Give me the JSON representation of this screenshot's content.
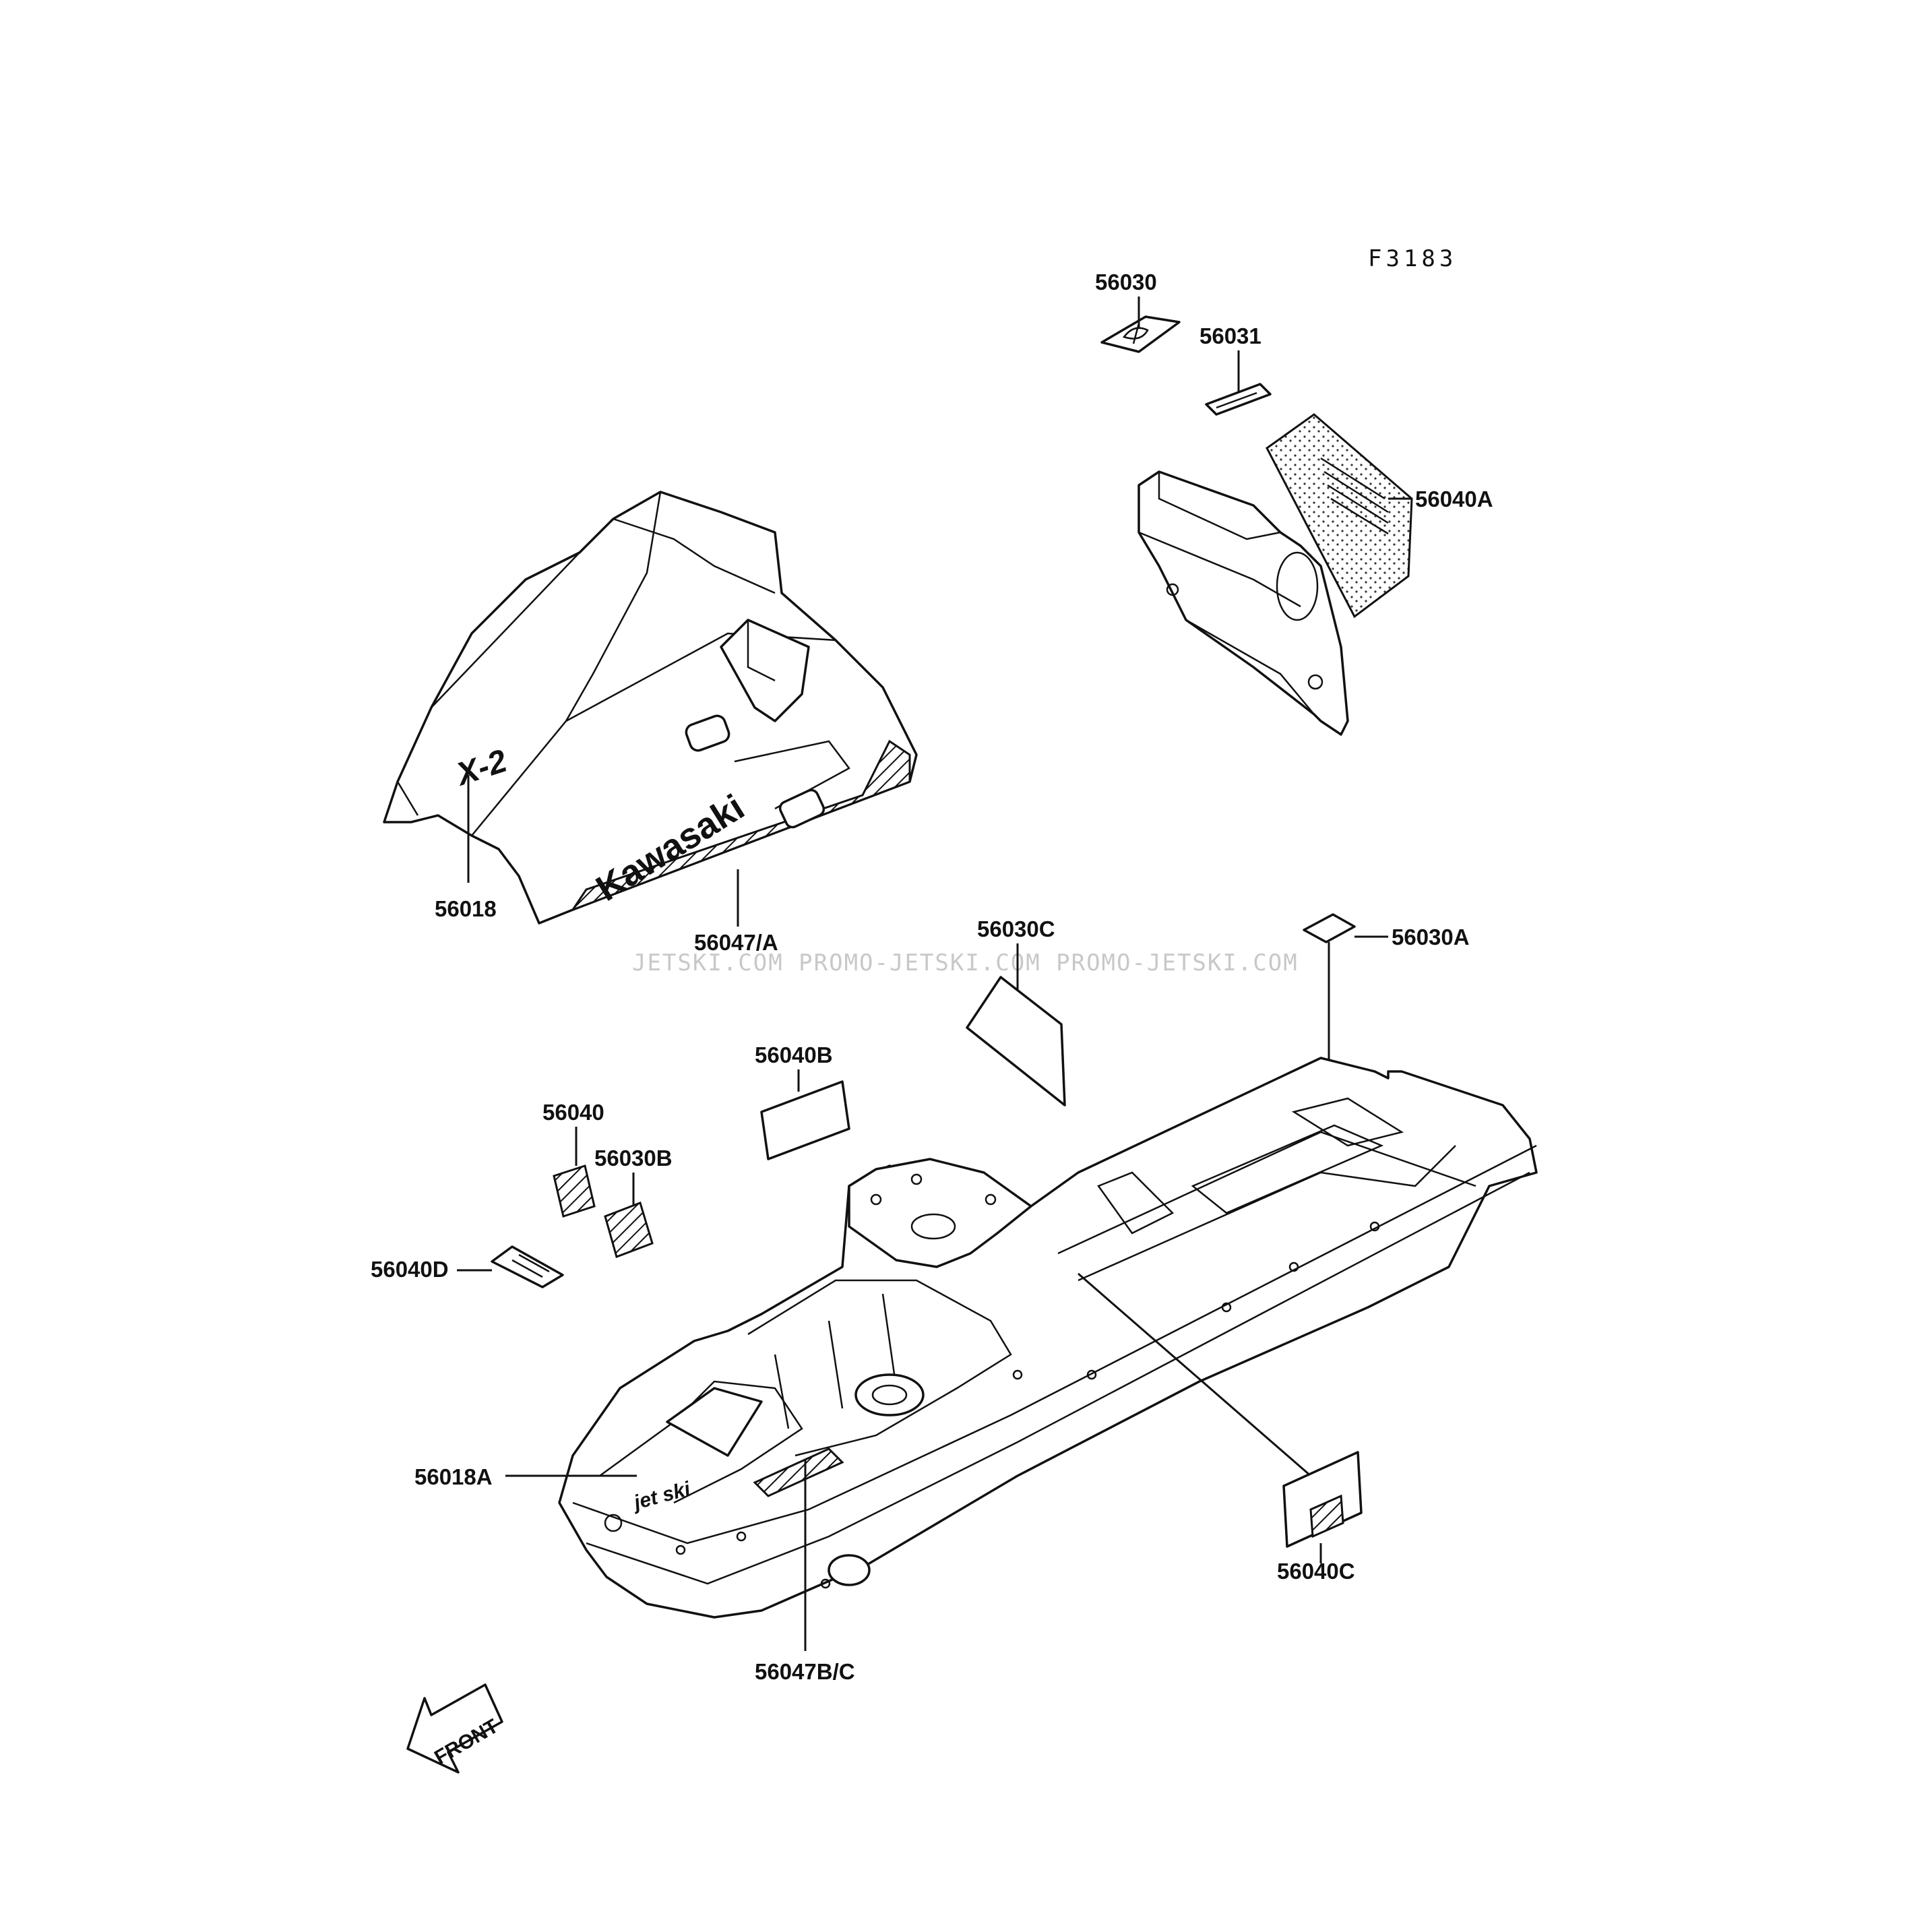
{
  "figure_code": "F3183",
  "watermark": "JETSKI.COM  PROMO-JETSKI.COM  PROMO-JETSKI.COM",
  "front_arrow_label": "FRONT",
  "labels": {
    "p56030": "56030",
    "p56031": "56031",
    "p56040A": "56040A",
    "p56018": "56018",
    "p56047A": "56047/A",
    "p56030C": "56030C",
    "p56030A": "56030A",
    "p56040B": "56040B",
    "p56040": "56040",
    "p56030B": "56030B",
    "p56040D": "56040D",
    "p56018A": "56018A",
    "p56040C": "56040C",
    "p56047BC": "56047B/C"
  },
  "decal_text": {
    "hood_model": "X-2",
    "hood_brand": "Kawasaki",
    "hull_logo": "jet ski"
  }
}
